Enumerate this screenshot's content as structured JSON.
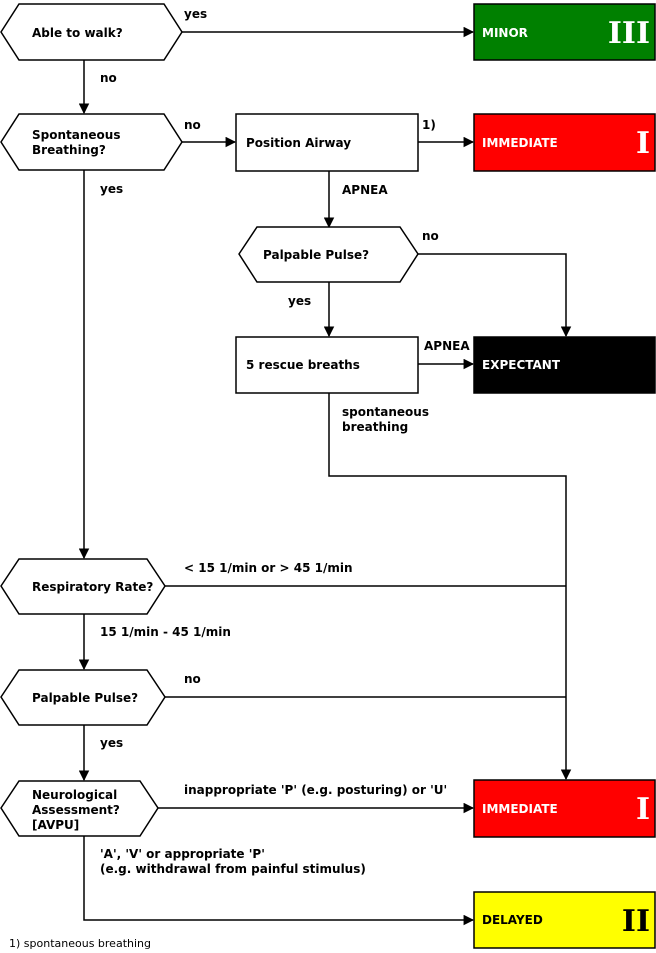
{
  "decisions": {
    "able_to_walk": "Able to walk?",
    "spontaneous_breathing_1": "Spontaneous",
    "spontaneous_breathing_2": "Breathing?",
    "palpable_pulse_upper": "Palpable Pulse?",
    "respiratory_rate": "Respiratory Rate?",
    "palpable_pulse_lower": "Palpable Pulse?",
    "neuro_1": "Neurological",
    "neuro_2": "Assessment?",
    "neuro_3": "[AVPU]"
  },
  "actions": {
    "position_airway": "Position Airway",
    "rescue_breaths": "5 rescue breaths"
  },
  "outcomes": {
    "minor": {
      "label": "MINOR",
      "roman": "III",
      "color": "#008000",
      "text_color": "#ffffff"
    },
    "immediate_top": {
      "label": "IMMEDIATE",
      "roman": "I",
      "color": "#ff0000",
      "text_color": "#ffffff"
    },
    "expectant": {
      "label": "EXPECTANT",
      "color": "#000000",
      "text_color": "#ffffff"
    },
    "immediate_bottom": {
      "label": "IMMEDIATE",
      "roman": "I",
      "color": "#ff0000",
      "text_color": "#ffffff"
    },
    "delayed": {
      "label": "DELAYED",
      "roman": "II",
      "color": "#ffff00",
      "text_color": "#000000"
    }
  },
  "edge_labels": {
    "walk_yes": "yes",
    "walk_no": "no",
    "breathing_no": "no",
    "breathing_yes": "yes",
    "airway_note": "1)",
    "airway_apnea": "APNEA",
    "pulse_no": "no",
    "pulse_yes": "yes",
    "rescue_apnea": "APNEA",
    "rescue_spont_1": "spontaneous",
    "rescue_spont_2": "breathing",
    "rr_abnormal": "< 15 1/min or > 45 1/min",
    "rr_normal": "15 1/min - 45 1/min",
    "pulse2_no": "no",
    "pulse2_yes": "yes",
    "neuro_bad": "inappropriate 'P' (e.g. posturing) or 'U'",
    "neuro_ok_1": "'A', 'V' or appropriate 'P'",
    "neuro_ok_2": "(e.g. withdrawal from painful stimulus)"
  },
  "footnote": "1) spontaneous breathing"
}
